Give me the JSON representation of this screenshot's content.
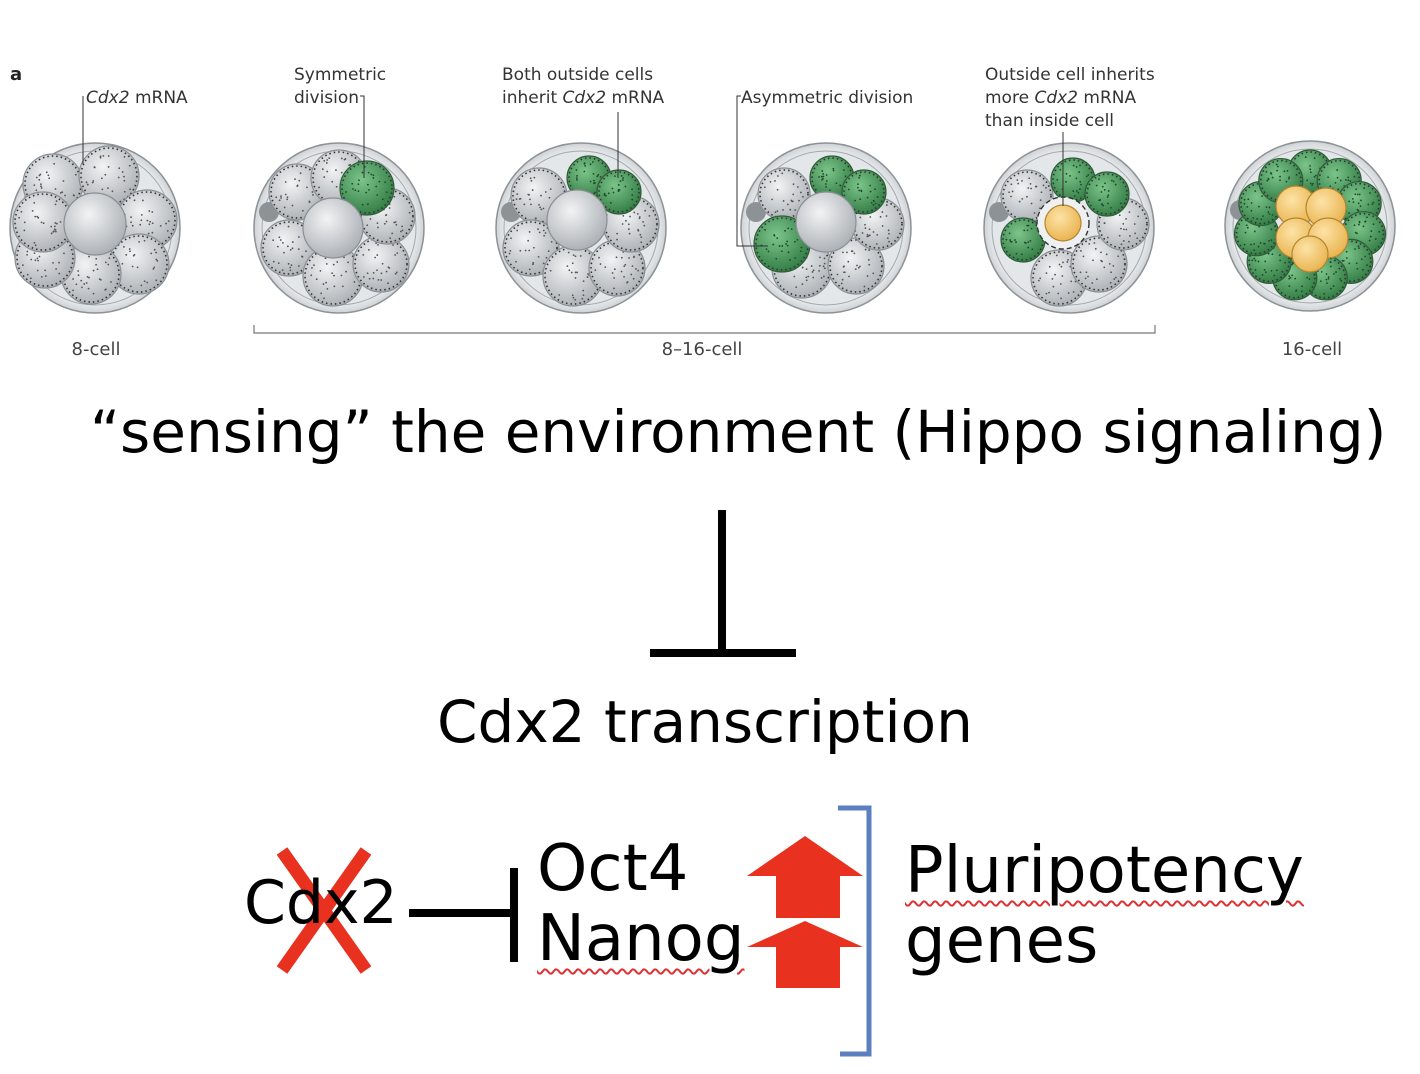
{
  "figure": {
    "panel_letter": "a",
    "callouts": {
      "cdx2_prefix": "Cdx2",
      "cdx2_suffix": " mRNA",
      "symmetric_line1": "Symmetric",
      "symmetric_line2": "division",
      "both_line1": "Both outside cells",
      "both_line2_prefix": "inherit ",
      "both_line2_italic": "Cdx2",
      "both_line2_suffix": " mRNA",
      "asymmetric": "Asymmetric division",
      "outside_line1": "Outside cell inherits",
      "outside_line2_prefix": "more ",
      "outside_line2_italic": "Cdx2",
      "outside_line2_suffix": " mRNA",
      "outside_line3": "than inside cell"
    },
    "stages": {
      "eight_cell": "8-cell",
      "transition": "8–16-cell",
      "sixteen_cell": "16-cell"
    },
    "colors": {
      "outside_cell": "#4e9a5c",
      "inside_cell": "#f2c25a",
      "neutral_cell": "#c8ccd0",
      "zona": "#d9dcdf"
    }
  },
  "pathway": {
    "hippo_text": "“sensing” the environment (Hippo signaling)",
    "cdx2_transcription": "Cdx2 transcription",
    "knocked_out_gene": "Cdx2",
    "target_gene_1": "Oct4",
    "target_gene_2": "Nanog",
    "result_line1": "Pluripotency",
    "result_line2": "genes",
    "colors": {
      "up_arrow": "#e8311f",
      "knockout_x": "#e8311f",
      "bracket": "#5b7fbf"
    }
  }
}
